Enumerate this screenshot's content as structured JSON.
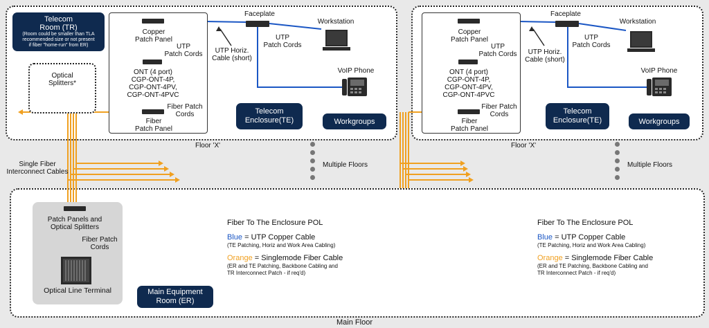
{
  "colors": {
    "blue": "#1a56c4",
    "orange": "#f0a020",
    "navy": "#0f2a4f",
    "dark": "#2a2a2a"
  },
  "floor_label": "Floor 'X'",
  "main_floor_label": "Main Floor",
  "tr": {
    "title_1": "Telecom",
    "title_2": "Room (TR)",
    "note_1": "(Room could be smaller than TLA",
    "note_2": "recommended size or not present",
    "note_3": "if fiber \"home-run\" from ER)"
  },
  "optical_splitters": {
    "l1": "Optical",
    "l2": "Splitters*"
  },
  "copper_patch_panel": {
    "l1": "Copper",
    "l2": "Patch Panel"
  },
  "utp_patch_cords_1": {
    "l1": "UTP",
    "l2": "Patch Cords"
  },
  "ont": {
    "l1": "ONT (4 port)",
    "l2": "CGP-ONT-4P,",
    "l3": "CGP-ONT-4PV,",
    "l4": "CGP-ONT-4PVC"
  },
  "fiber_patch_cords": {
    "l1": "Fiber Patch",
    "l2": "Cords"
  },
  "fiber_patch_panel": {
    "l1": "Fiber",
    "l2": "Patch Panel"
  },
  "faceplate": "Faceplate",
  "utp_horiz": {
    "l1": "UTP Horiz.",
    "l2": "Cable (short)"
  },
  "utp_patch_cords_2": {
    "l1": "UTP",
    "l2": "Patch Cords"
  },
  "workstation": "Workstation",
  "voip_phone": "VoIP Phone",
  "telecom_enclosure": {
    "l1": "Telecom",
    "l2": "Enclosure(TE)"
  },
  "workgroups": "Workgroups",
  "single_fiber": {
    "l1": "Single Fiber",
    "l2": "Interconnect Cables"
  },
  "multiple_floors": "Multiple Floors",
  "er": {
    "patch_panels": {
      "l1": "Patch Panels and",
      "l2": "Optical Splitters"
    },
    "fiber_patch_cords": {
      "l1": "Fiber Patch",
      "l2": "Cords"
    },
    "olt": "Optical Line Terminal",
    "room": {
      "l1": "Main Equipment",
      "l2": "Room (ER)"
    }
  },
  "legend": {
    "title": "Fiber To The Enclosure POL",
    "blue_word": "Blue",
    "blue_rest": " = UTP Copper Cable",
    "blue_sub": "(TE Patching, Horiz and Work Area Cabling)",
    "orange_word": "Orange",
    "orange_rest": " = Singlemode Fiber Cable",
    "orange_sub_1": "(ER and TE Patching, Backbone Cabling and",
    "orange_sub_2": "TR Interconnect Patch - if req'd)"
  }
}
